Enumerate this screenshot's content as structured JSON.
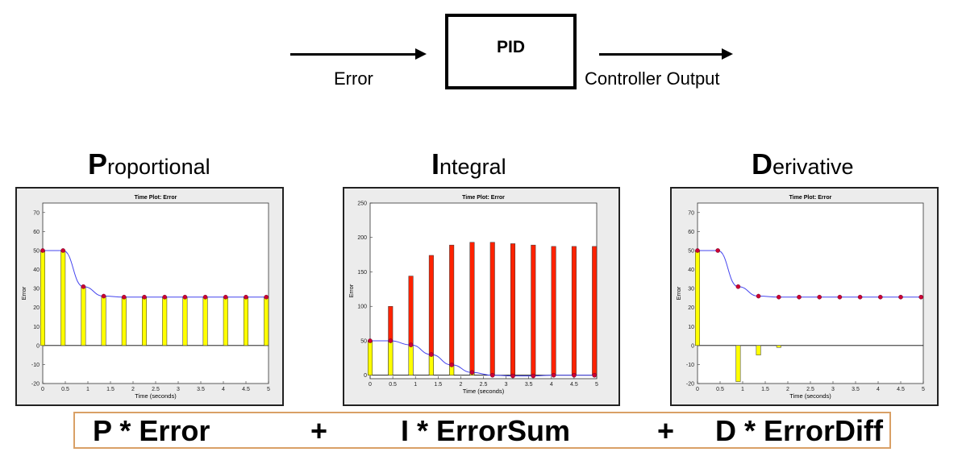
{
  "diagram": {
    "block_label": "PID",
    "input_label": "Error",
    "output_label": "Controller Output"
  },
  "headings": {
    "p": {
      "initial": "P",
      "rest": "roportional"
    },
    "i": {
      "initial": "I",
      "rest": "ntegral"
    },
    "d": {
      "initial": "D",
      "rest": "erivative"
    }
  },
  "formula": {
    "p_term": "P * Error",
    "plus1": "+",
    "i_term": "I * ErrorSum",
    "plus2": "+",
    "d_term": "D * ErrorDiff"
  },
  "colors": {
    "bar_yellow": "#ffff00",
    "bar_red": "#ff2200",
    "line_blue": "#4444ee",
    "marker": "#cc0033",
    "panel_bg": "#ececec"
  },
  "chart_data": [
    {
      "type": "bar",
      "title": "Time Plot: Error",
      "xlabel": "Time (seconds)",
      "ylabel": "Error",
      "xlim": [
        0,
        5
      ],
      "ylim": [
        -20,
        75
      ],
      "xticks": [
        "0",
        "0.5",
        "1",
        "1.5",
        "2",
        "2.5",
        "3",
        "3.5",
        "4",
        "4.5",
        "5"
      ],
      "yticks": [
        "-20",
        "-10",
        "0",
        "10",
        "20",
        "30",
        "40",
        "50",
        "60",
        "70"
      ],
      "x": [
        0,
        0.45,
        0.9,
        1.35,
        1.8,
        2.25,
        2.7,
        3.15,
        3.6,
        4.05,
        4.5,
        4.95
      ],
      "series": [
        {
          "role": "line",
          "values": [
            50,
            50,
            31,
            26,
            25.5,
            25.5,
            25.5,
            25.5,
            25.5,
            25.5,
            25.5,
            25.5
          ]
        },
        {
          "role": "bar_yellow",
          "values": [
            50,
            50,
            31,
            26,
            25.5,
            25.5,
            25.5,
            25.5,
            25.5,
            25.5,
            25.5,
            25.5
          ]
        }
      ]
    },
    {
      "type": "bar",
      "title": "Time Plot: Error",
      "xlabel": "Time (seconds)",
      "ylabel": "Error",
      "xlim": [
        0,
        5
      ],
      "ylim": [
        -5,
        250
      ],
      "xticks": [
        "0",
        "0.5",
        "1",
        "1.5",
        "2",
        "2.5",
        "3",
        "3.5",
        "4",
        "4.5",
        "5"
      ],
      "yticks": [
        "0",
        "50",
        "100",
        "150",
        "200",
        "250"
      ],
      "x": [
        0,
        0.45,
        0.9,
        1.35,
        1.8,
        2.25,
        2.7,
        3.15,
        3.6,
        4.05,
        4.5,
        4.95
      ],
      "series": [
        {
          "role": "line",
          "values": [
            50,
            50,
            44,
            30,
            15,
            4,
            0,
            -1,
            -1,
            0,
            0,
            0
          ]
        },
        {
          "role": "bar_yellow",
          "values": [
            50,
            50,
            44,
            30,
            15,
            4,
            0,
            -1,
            -1,
            0,
            0,
            0
          ]
        },
        {
          "role": "bar_red",
          "values": [
            50,
            100,
            144,
            174,
            189,
            193,
            193,
            191,
            189,
            187,
            187,
            187
          ]
        }
      ]
    },
    {
      "type": "bar",
      "title": "Time Plot: Error",
      "xlabel": "Time (seconds)",
      "ylabel": "Error",
      "xlim": [
        0,
        5
      ],
      "ylim": [
        -20,
        75
      ],
      "xticks": [
        "0",
        "0.5",
        "1",
        "1.5",
        "2",
        "2.5",
        "3",
        "3.5",
        "4",
        "4.5",
        "5"
      ],
      "yticks": [
        "-20",
        "-10",
        "0",
        "10",
        "20",
        "30",
        "40",
        "50",
        "60",
        "70"
      ],
      "x": [
        0,
        0.45,
        0.9,
        1.35,
        1.8,
        2.25,
        2.7,
        3.15,
        3.6,
        4.05,
        4.5,
        4.95
      ],
      "series": [
        {
          "role": "line",
          "values": [
            50,
            50,
            31,
            26,
            25.5,
            25.5,
            25.5,
            25.5,
            25.5,
            25.5,
            25.5,
            25.5
          ]
        },
        {
          "role": "bar_yellow",
          "values": [
            50,
            0,
            -19,
            -5,
            -1,
            0,
            0,
            0,
            0,
            0,
            0,
            0
          ]
        }
      ]
    }
  ]
}
